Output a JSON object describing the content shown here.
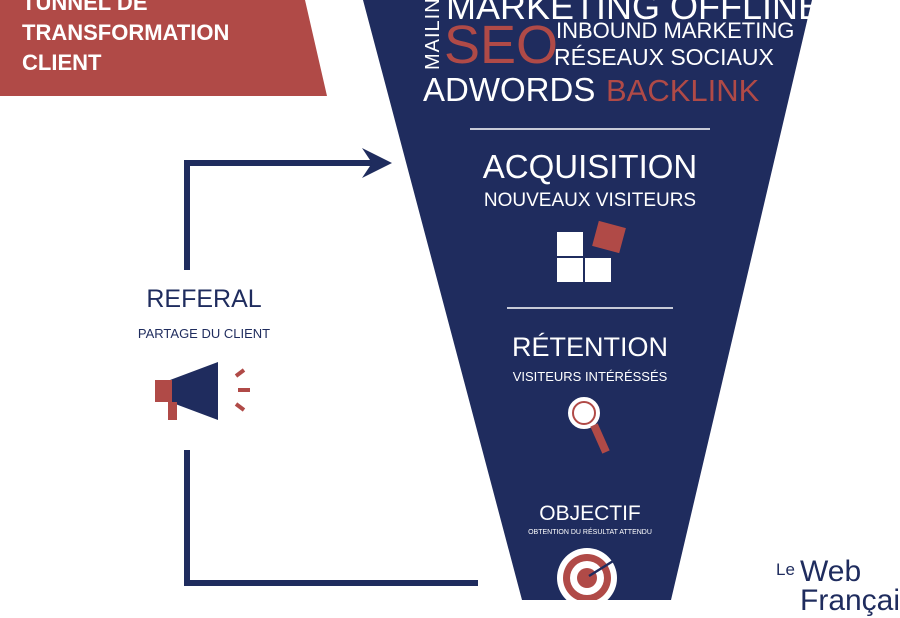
{
  "banner": {
    "line1": "TUNNEL DE",
    "line2": "TRANSFORMATION",
    "line3": "CLIENT"
  },
  "word_cloud": {
    "mailing": "MAILING",
    "marketing_offline": "MARKETING OFFLINE",
    "seo": "SEO",
    "inbound": "INBOUND MARKETING",
    "reseaux": "RÉSEAUX SOCIAUX",
    "adwords": "ADWORDS",
    "backlink": "BACKLINK"
  },
  "stages": [
    {
      "title": "ACQUISITION",
      "subtitle": "NOUVEAUX VISITEURS",
      "icon": "puzzle-icon"
    },
    {
      "title": "RÉTENTION",
      "subtitle": "VISITEURS INTÉRÉSSÉS",
      "icon": "magnifier-icon"
    },
    {
      "title": "OBJECTIF",
      "subtitle": "OBTENTION DU RÉSULTAT ATTENDU",
      "icon": "target-icon"
    }
  ],
  "referral": {
    "title": "REFERAL",
    "subtitle": "PARTAGE DU CLIENT",
    "icon": "megaphone-icon"
  },
  "logo": {
    "line1": "Le",
    "line2": "Web",
    "line3": "Français"
  },
  "colors": {
    "navy": "#1f2c5e",
    "red": "#b04a47"
  }
}
